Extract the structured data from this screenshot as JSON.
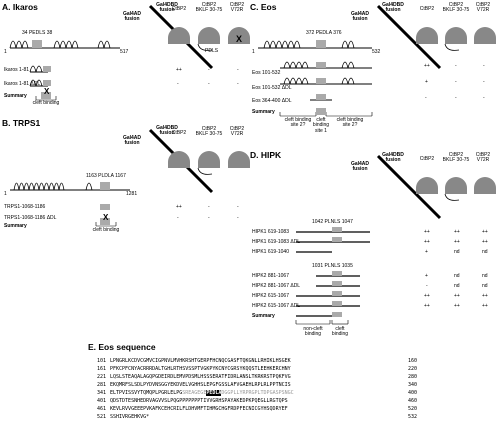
{
  "colors": {
    "line": "#000000",
    "box": "#aaaaaa",
    "circle": "#888888",
    "highlight": "#000000"
  },
  "headers": {
    "gal4ad": "Gal4AD fusion",
    "gal4dbd": "Gal4DBD fusion",
    "ctbp2": "CtBP2",
    "ctbp2_bklf": "CtBP2 BKLF 30-75",
    "ctbp2_v72r": "CtBP2 V72R",
    "pdls_label": "PDLS",
    "x_mark": "X"
  },
  "panelA": {
    "title": "A. Ikaros",
    "motif": "34 PEDLS 38",
    "start": "1",
    "end": "517",
    "rows": [
      {
        "label": "Ikaros 1-81",
        "vals": [
          "++",
          "-",
          "-"
        ]
      },
      {
        "label": "Ikaros 1-81 ΔDL",
        "vals": [
          "-",
          "-",
          "-"
        ]
      }
    ],
    "summary": "Summary",
    "annot": "cleft binding"
  },
  "panelB": {
    "title": "B. TRPS1",
    "motif": "1163 PLDLA 1167",
    "start": "1",
    "end": "1281",
    "rows": [
      {
        "label": "TRPS1-1068-1186",
        "vals": [
          "++",
          "-",
          "-"
        ]
      },
      {
        "label": "TRPS1-1068-1186 ΔDL",
        "vals": [
          "-",
          "-",
          "-"
        ]
      }
    ],
    "summary": "Summary",
    "annot": "cleft binding"
  },
  "panelC": {
    "title": "C. Eos",
    "motif": "372 PEDLA 376",
    "start": "1",
    "end": "532",
    "rows": [
      {
        "label": "Eos 101-532",
        "vals": [
          "++",
          "-",
          "-"
        ]
      },
      {
        "label": "Eos 101-532 ΔDL",
        "vals": [
          "+",
          "-",
          "-"
        ]
      },
      {
        "label": "Eos 364-400 ΔDL",
        "vals": [
          "-",
          "-",
          "-"
        ]
      }
    ],
    "summary": "Summary",
    "annots": [
      "cleft binding site 2?",
      "cleft binding site 1",
      "cleft binding site 2?"
    ]
  },
  "panelD": {
    "title": "D. HIPK",
    "motif1": "1042 PLNLS 1047",
    "motif2": "1031 PLNLS 1035",
    "rows": [
      {
        "label": "HIPK1 619-1083",
        "vals": [
          "++",
          "++",
          "++"
        ]
      },
      {
        "label": "HIPK1 619-1083 ΔDL",
        "vals": [
          "++",
          "++",
          "++"
        ]
      },
      {
        "label": "HIPK1 619-1040",
        "vals": [
          "+",
          "nd",
          "nd"
        ]
      },
      {
        "label": "HIPK2 881-1067",
        "vals": [
          "+",
          "nd",
          "nd"
        ]
      },
      {
        "label": "HIPK2 881-1067 ΔDL",
        "vals": [
          "-",
          "nd",
          "nd"
        ]
      },
      {
        "label": "HIPK2 615-1067",
        "vals": [
          "++",
          "++",
          "++"
        ]
      },
      {
        "label": "HIPK2 615-1067 ΔDL",
        "vals": [
          "++",
          "++",
          "++"
        ]
      }
    ],
    "summary": "Summary",
    "annots": [
      "non-cleft binding",
      "cleft binding"
    ]
  },
  "panelE": {
    "title": "E. Eos sequence",
    "rows": [
      {
        "start": "101",
        "seq": "LPNGRLKCDVCGMVCIGPNVLMVHKRSHTGERPFHCNQCGASFTQKGNLLRHIKLHSGEK",
        "end": "160"
      },
      {
        "start": "161",
        "seq": "PFKCPFCNYACRRRDALTGHLRTHSVSSPTVGKPYKCNYCGRSYKQQSTLEEHKERCHNY",
        "end": "220"
      },
      {
        "start": "221",
        "seq": "LQSLSTEAQALAGQPGDEIRDLEMVPDSMLHSSSERATFIDRLANSLTKRKRSTPQKFVG",
        "end": "280"
      },
      {
        "start": "281",
        "seq": "EKQMRFSLSDLPYDVNSGGYEKDVELVGHHSLEPGFGSSLAFVGAEHLRPLRLPPTNCIS",
        "end": "340"
      },
      {
        "start": "341",
        "seq_a": "ELTPVISSVYTQMQPLPGRLELPG",
        "seq_grey1": "SREAGEGE",
        "seq_hl": "PEDLA",
        "seq_grey2": "DGGPLLYRPRGPLTDPGASPSNGC",
        "end": "400"
      },
      {
        "start": "401",
        "seq": "QDSTDTESNHEDRVAGVVSLPQGPPPPPPPTIVVGRHSPAYAKEDPKPQEGLLRGTQPS",
        "end": "460"
      },
      {
        "start": "461",
        "seq": "KEVLRVVGEEEPVKAFKCEHCRILFLDHVMFTIHMGCHGFRDPFECNICGYHSQDRYEF",
        "end": "520"
      },
      {
        "start": "521",
        "seq": "SSHIVRGEHKVG*",
        "end": "532"
      }
    ]
  }
}
